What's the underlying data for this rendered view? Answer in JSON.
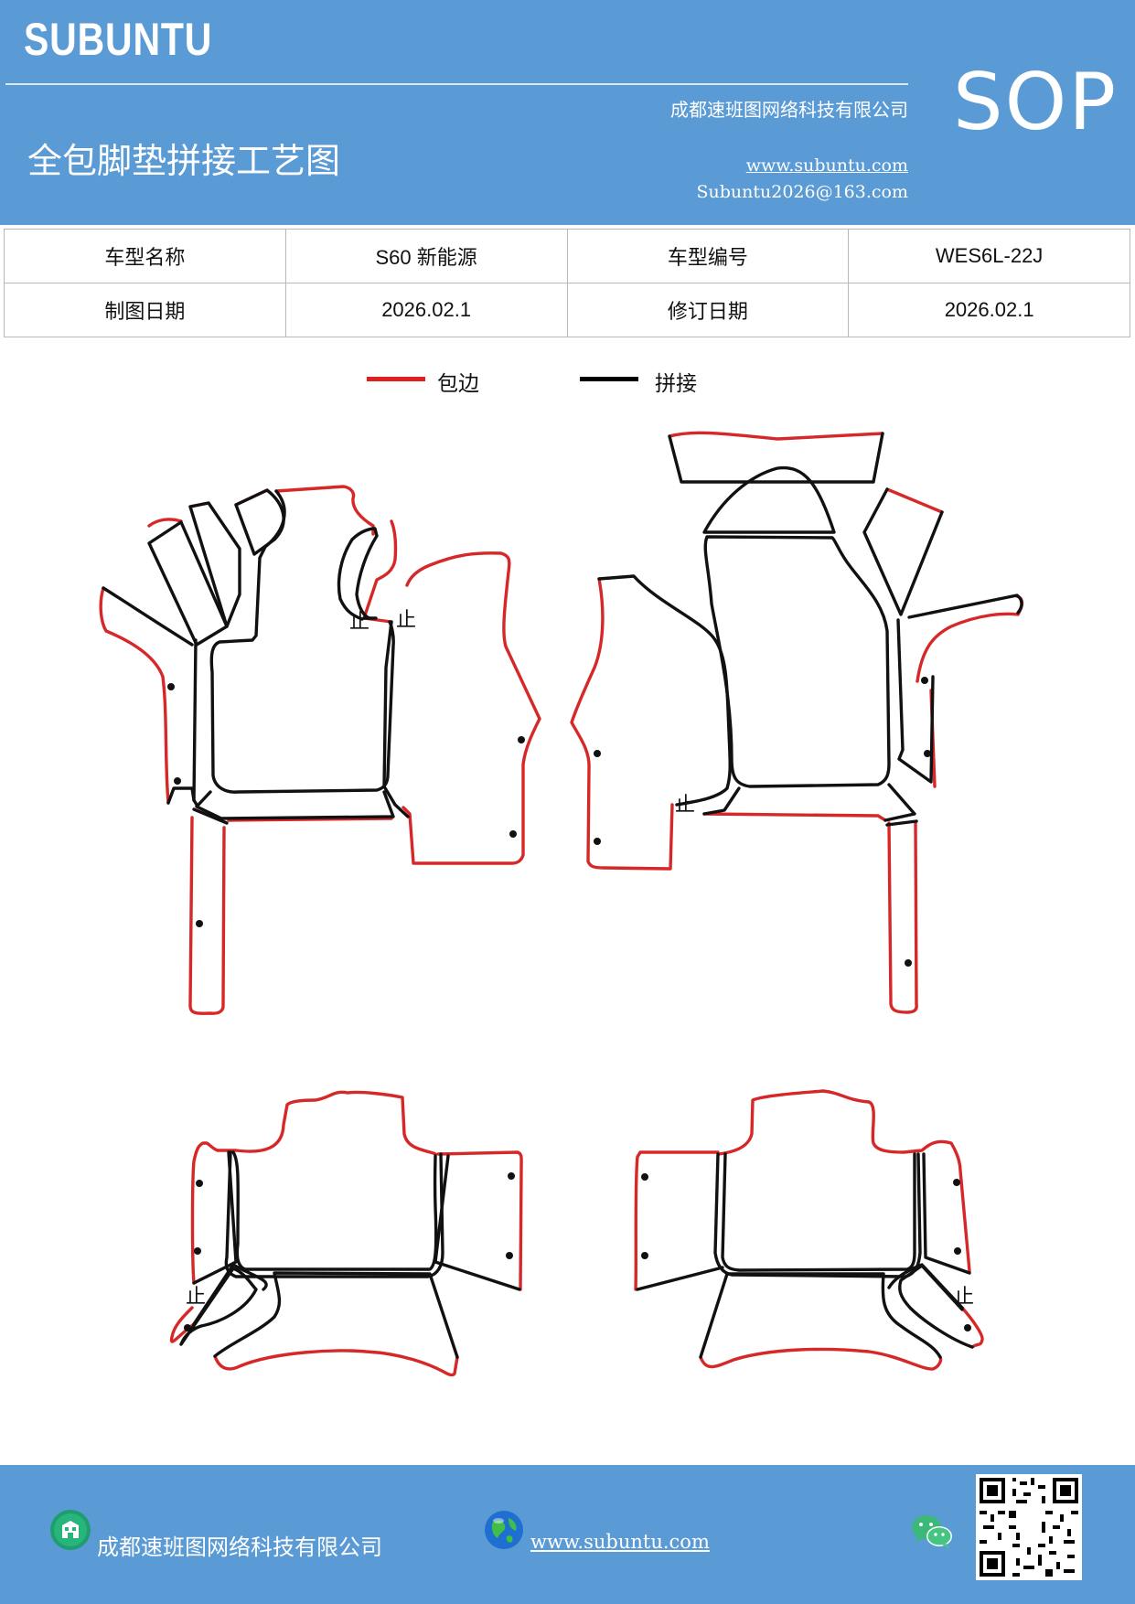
{
  "header": {
    "brand": "SUBUNTU",
    "company": "成都速班图网络科技有限公司",
    "title": "全包脚垫拼接工艺图",
    "website": "www.subuntu.com",
    "email": "Subuntu2026@163.com",
    "doc_type": "SOP",
    "background_color": "#5b9bd5"
  },
  "info_table": {
    "model_name_label": "车型名称",
    "model_name_value": "S60 新能源",
    "model_code_label": "车型编号",
    "model_code_value": "WES6L-22J",
    "draw_date_label": "制图日期",
    "draw_date_value": "2026.02.1",
    "revise_date_label": "修订日期",
    "revise_date_value": "2026.02.1"
  },
  "legend": {
    "edge_label": "包边",
    "edge_color": "#e02020",
    "joint_label": "拼接",
    "joint_color": "#000000"
  },
  "diagram": {
    "stop_mark": "止"
  },
  "footer": {
    "company": "成都速班图网络科技有限公司",
    "website": "www.subuntu.com ",
    "icons": [
      "building-icon",
      "globe-icon",
      "wechat-icon",
      "qr-code"
    ]
  }
}
